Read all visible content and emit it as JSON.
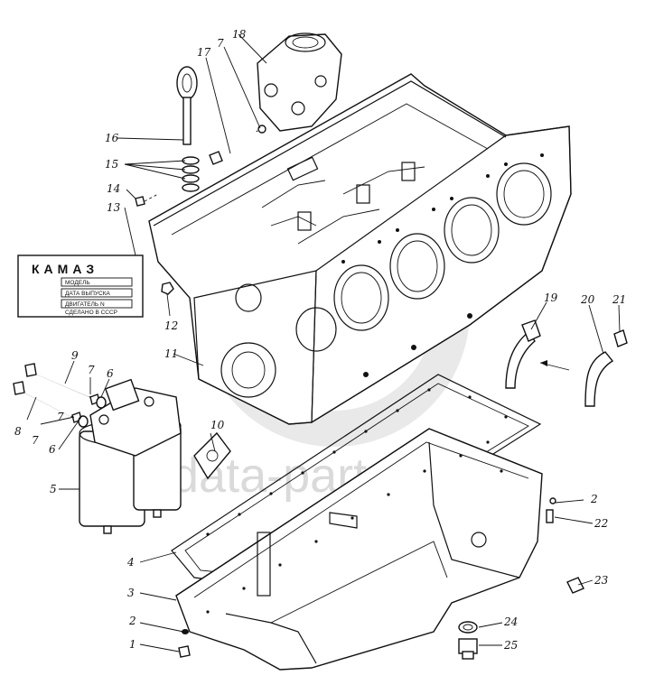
{
  "watermark": {
    "text": "data-parts"
  },
  "nameplate": {
    "title": "КАМАЗ",
    "rows": [
      "МОДЕЛЬ",
      "ДАТА ВЫПУСКА",
      "ДВИГАТЕЛЬ N",
      "СДЕЛАНО В СССР"
    ]
  },
  "callouts": [
    "1",
    "2",
    "3",
    "4",
    "5",
    "6",
    "7",
    "8",
    "9",
    "7",
    "6",
    "7",
    "10",
    "11",
    "12",
    "13",
    "14",
    "15",
    "16",
    "17",
    "18",
    "19",
    "20",
    "21",
    "2",
    "22",
    "23",
    "24",
    "25"
  ]
}
